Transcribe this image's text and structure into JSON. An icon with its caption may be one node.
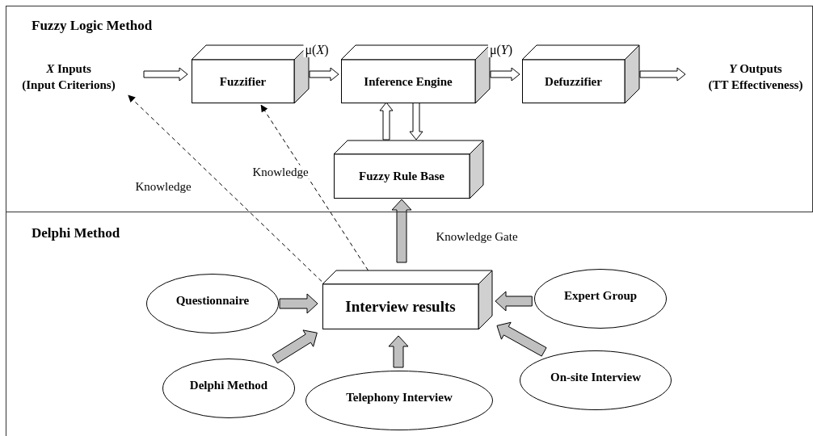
{
  "diagram": {
    "nodes": [
      {
        "text": [
          "Fuzzy Logic Method"
        ]
      },
      {
        "text": [
          "Delphi Method"
        ]
      },
      {
        "text": [
          "*X* Inputs",
          "(Input Criterions)"
        ],
        "in": 0
      },
      {
        "text": [
          "Fuzzifier"
        ],
        "in": 0
      },
      {
        "text": [
          "Inference Engine"
        ],
        "in": 0
      },
      {
        "text": [
          "Defuzzifier"
        ],
        "in": 0
      },
      {
        "text": [
          "*Y* Outputs",
          "(TT Effectiveness)"
        ],
        "in": 0
      },
      {
        "text": [
          "Fuzzy Rule Base"
        ],
        "in": 0
      },
      {
        "text": [
          "Interview results"
        ],
        "in": 1
      },
      {
        "text": [
          "Questionnaire"
        ],
        "in": 1
      },
      {
        "text": [
          "Expert Group"
        ],
        "in": 1
      },
      {
        "text": [
          "Delphi Method"
        ],
        "in": 1
      },
      {
        "text": [
          "Telephony Interview"
        ],
        "in": 1
      },
      {
        "text": [
          "On-site Interview"
        ],
        "in": 1
      }
    ],
    "edges": [
      {
        "from": 2,
        "to": 3,
        "arrow": "to"
      },
      {
        "from": 3,
        "to": 4,
        "arrow": "to",
        "label": "μ(*X*)"
      },
      {
        "from": 4,
        "to": 5,
        "arrow": "to",
        "label": "μ(*Y*)"
      },
      {
        "from": 5,
        "to": 6,
        "arrow": "to"
      },
      {
        "from": 7,
        "to": 4,
        "arrow": "to"
      },
      {
        "from": 4,
        "to": 7,
        "arrow": "to"
      },
      {
        "from": 8,
        "to": 7,
        "arrow": "to",
        "label": "Knowledge Gate",
        "style": "thick",
        "color": "#c0c0c0"
      },
      {
        "from": 8,
        "to": 2,
        "arrow": "to",
        "label": "Knowledge",
        "style": "dashed"
      },
      {
        "from": 8,
        "to": 3,
        "arrow": "to",
        "label": "Knowledge",
        "style": "dashed"
      },
      {
        "from": 9,
        "to": 8,
        "arrow": "to",
        "style": "thick",
        "color": "#c0c0c0"
      },
      {
        "from": 10,
        "to": 8,
        "arrow": "to",
        "style": "thick",
        "color": "#c0c0c0"
      },
      {
        "from": 11,
        "to": 8,
        "arrow": "to",
        "style": "thick",
        "color": "#c0c0c0"
      },
      {
        "from": 12,
        "to": 8,
        "arrow": "to",
        "style": "thick",
        "color": "#c0c0c0"
      },
      {
        "from": 13,
        "to": 8,
        "arrow": "to",
        "style": "thick",
        "color": "#c0c0c0"
      }
    ]
  }
}
